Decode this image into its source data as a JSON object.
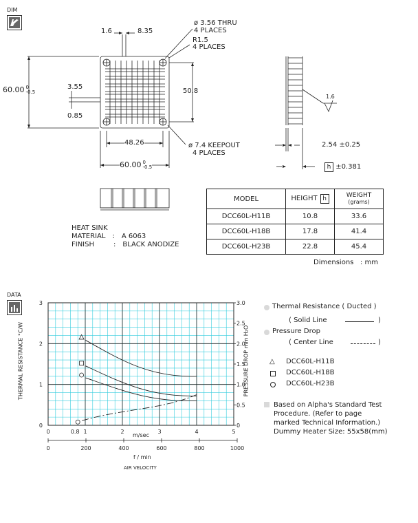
{
  "labels": {
    "dim": "DIM",
    "data": "DATA",
    "units": "Dimensions   : mm"
  },
  "drawing": {
    "hole_dim_left": "1.6",
    "hole_dim_right": "8.35",
    "thru_note": "ø 3.56 THRU",
    "thru_places": "4 PLACES",
    "radius_note": "R1.5",
    "radius_places": "4 PLACES",
    "height_dim": "60.00",
    "tol_upper": "0",
    "tol_lower": "-0.5",
    "dim_355": "3.55",
    "dim_085": "0.85",
    "dim_508": "50.8",
    "dim_4826": "48.26",
    "width_dim": "60.00",
    "keepout_note": "ø 7.4 KEEPOUT",
    "keepout_places": "4 PLACES",
    "surface_finish": "1.6",
    "base_thickness": "2.54 ±0.25",
    "h_symbol": "h",
    "h_tol": "±0.381"
  },
  "spec": {
    "line1": "HEAT SINK",
    "material_key": "MATERIAL",
    "material_sep": ":",
    "material_val": "A 6063",
    "finish_key": "FINISH",
    "finish_sep": ":",
    "finish_val": "BLACK ANODIZE"
  },
  "table": {
    "headers": {
      "model": "MODEL",
      "height": "HEIGHT",
      "h": "h",
      "weight": "WEIGHT",
      "weight_unit": "(grams)"
    },
    "rows": [
      {
        "model": "DCC60L-H11B",
        "height": "10.8",
        "weight": "33.6"
      },
      {
        "model": "DCC60L-H18B",
        "height": "17.8",
        "weight": "41.4"
      },
      {
        "model": "DCC60L-H23B",
        "height": "22.8",
        "weight": "45.4"
      }
    ]
  },
  "legend": {
    "thermal": "Thermal Resistance ( Ducted )",
    "thermal_line": "( Solid Line",
    "thermal_close": ")",
    "pressure": "Pressure Drop",
    "pressure_line": "( Center Line",
    "pressure_close": ")",
    "models": [
      "DCC60L-H11B",
      "DCC60L-H18B",
      "DCC60L-H23B"
    ],
    "note1": "Based on Alpha's Standard Test",
    "note2": "Procedure.  (Refer to page",
    "note3": "marked Technical Information.)",
    "note4": "Dummy Heater Size:  55x58(mm)"
  },
  "chart_data": {
    "type": "line",
    "ylabel_left": "THERMAL  RESISTANCE  °C/W",
    "ylabel_right": "PRESSURE  DROP   mm H₂O",
    "xlabel_top": "m/sec",
    "xlabel_bottom": "f / min",
    "xlabel_axis": "AIR VELOCITY",
    "x_ms_ticks": [
      "0",
      "0.8",
      "1",
      "2",
      "3",
      "4",
      "5"
    ],
    "x_fpm_ticks": [
      "0",
      "200",
      "400",
      "600",
      "800",
      "1000"
    ],
    "y_left_ticks": [
      "0",
      "1",
      "2",
      "3"
    ],
    "y_right_ticks": [
      "0",
      "0.5",
      "1.0",
      "1.5",
      "2.0",
      "2.5",
      "3.0"
    ],
    "xlim": [
      0,
      5
    ],
    "ylim": [
      0,
      3
    ],
    "grid": true,
    "grid_color": "#33ccdd",
    "series": [
      {
        "name": "DCC60L-H11B",
        "marker": "triangle",
        "x": [
          0.9,
          4.0
        ],
        "y": [
          2.15,
          1.2
        ]
      },
      {
        "name": "DCC60L-H18B",
        "marker": "square",
        "x": [
          0.9,
          4.0
        ],
        "y": [
          1.52,
          0.72
        ]
      },
      {
        "name": "DCC60L-H23B",
        "marker": "circle",
        "x": [
          0.9,
          4.0
        ],
        "y": [
          1.23,
          0.6
        ]
      },
      {
        "name": "DCC60L-H23B",
        "marker": "circle",
        "x": [
          0.8,
          4.0
        ],
        "y": [
          0.08,
          0.75
        ]
      }
    ]
  }
}
